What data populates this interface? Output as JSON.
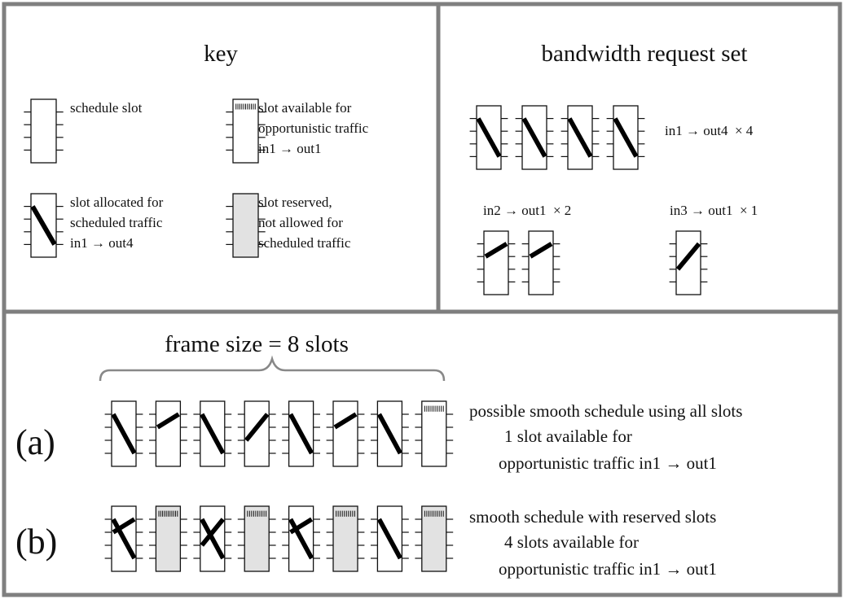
{
  "key": {
    "title": "key",
    "items": [
      {
        "slot": {
          "type": "empty"
        },
        "lines": [
          "schedule slot"
        ]
      },
      {
        "slot": {
          "type": "available"
        },
        "lines": [
          "slot available for",
          "opportunistic traffic",
          "in1 → out1"
        ]
      },
      {
        "slot": {
          "type": "allocated",
          "from": 1,
          "to": 4
        },
        "lines": [
          "slot allocated for",
          "scheduled traffic",
          "in1 → out4"
        ]
      },
      {
        "slot": {
          "type": "reserved"
        },
        "lines": [
          "slot reserved,",
          "not allowed for",
          "scheduled traffic"
        ]
      }
    ]
  },
  "request_set": {
    "title": "bandwidth request set",
    "groups": [
      {
        "label": "in1 → out4  × 4",
        "from": 1,
        "to": 4,
        "count": 4
      },
      {
        "label": "in2 → out1  × 2",
        "from": 2,
        "to": 1,
        "count": 2
      },
      {
        "label": "in3 → out1  × 1",
        "from": 3,
        "to": 1,
        "count": 1
      }
    ]
  },
  "schedules": {
    "frame_label": "frame size = 8 slots",
    "rows": [
      {
        "label": "(a)",
        "slots": [
          {
            "type": "allocated",
            "from": 1,
            "to": 4
          },
          {
            "type": "allocated",
            "from": 2,
            "to": 1
          },
          {
            "type": "allocated",
            "from": 1,
            "to": 4
          },
          {
            "type": "allocated",
            "from": 3,
            "to": 1
          },
          {
            "type": "allocated",
            "from": 1,
            "to": 4
          },
          {
            "type": "allocated",
            "from": 2,
            "to": 1
          },
          {
            "type": "allocated",
            "from": 1,
            "to": 4
          },
          {
            "type": "available"
          }
        ],
        "lines": [
          "possible smooth schedule using all slots",
          "1 slot available for",
          "opportunistic traffic in1 → out1"
        ]
      },
      {
        "label": "(b)",
        "slots": [
          {
            "type": "allocated2",
            "a": [
              1,
              4
            ],
            "b": [
              2,
              1
            ]
          },
          {
            "type": "reserved_available"
          },
          {
            "type": "allocated2",
            "a": [
              1,
              4
            ],
            "b": [
              3,
              1
            ]
          },
          {
            "type": "reserved_available"
          },
          {
            "type": "allocated2",
            "a": [
              1,
              4
            ],
            "b": [
              2,
              1
            ]
          },
          {
            "type": "reserved_available"
          },
          {
            "type": "allocated",
            "from": 1,
            "to": 4
          },
          {
            "type": "reserved_available"
          }
        ],
        "lines": [
          "smooth schedule with reserved slots",
          "4 slots available for",
          "opportunistic traffic in1 → out1"
        ]
      }
    ]
  }
}
